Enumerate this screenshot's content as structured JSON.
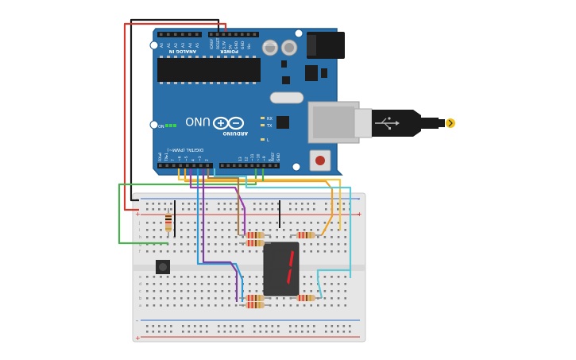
{
  "arduino": {
    "brand": "ARDUINO",
    "model": "UNO",
    "on_label": "ON",
    "tx_label": "TX",
    "rx_label": "RX",
    "l_label": "L",
    "header_digital": "DIGITAL (PWM~)",
    "header_analog": "ANALOG IN",
    "header_power": "POWER",
    "aref": "AREF",
    "gnd": "GND",
    "tx_pin": "TX▸1",
    "rx_pin": "RX◂0",
    "power_pins": [
      "IOREF",
      "RESET",
      "3.3V",
      "5V",
      "GND",
      "GND",
      "Vin"
    ],
    "analog_pins": [
      "A0",
      "A1",
      "A2",
      "A3",
      "A4",
      "A5"
    ],
    "digital_pins_right": [
      "13",
      "12",
      "~11",
      "~10",
      "~9",
      "8"
    ],
    "digital_pins_left": [
      "7",
      "~6",
      "~5",
      "4",
      "~3",
      "2"
    ]
  },
  "breadboard": {
    "row_letters_top": [
      "j",
      "i",
      "h",
      "g",
      "f"
    ],
    "row_letters_bottom": [
      "e",
      "d",
      "c",
      "b",
      "a"
    ],
    "rail_plus": "+",
    "rail_minus": "-"
  },
  "display": {
    "digit_shown": "1"
  },
  "colors": {
    "board": "#2b6fa8",
    "board_edge": "#1d5a8e",
    "breadboard": "#e6e6e6",
    "rail_red": "#d4372c",
    "rail_blue": "#2f69c9",
    "segment_on": "#e8202a",
    "segment_off": "#3a3a3a"
  }
}
